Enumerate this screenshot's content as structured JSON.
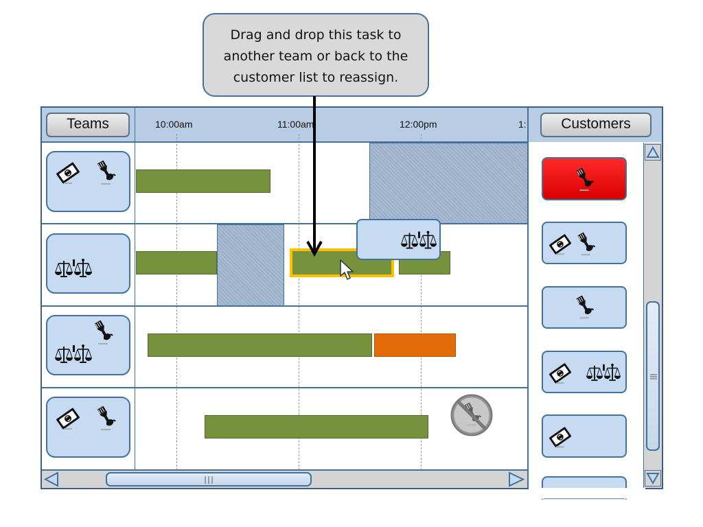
{
  "callout": {
    "lines": [
      "Drag and drop this task to",
      "another team or back to the",
      "customer list to reassign."
    ]
  },
  "header": {
    "teams_label": "Teams",
    "customers_label": "Customers",
    "times": [
      "10:00am",
      "11:00am",
      "12:00pm",
      "1:"
    ]
  },
  "teams": [
    {
      "skills": [
        "money-icon",
        "plunger-icon"
      ]
    },
    {
      "skills": [
        "scales-icon"
      ]
    },
    {
      "skills": [
        "scales-icon",
        "plunger-icon"
      ]
    },
    {
      "skills": [
        "money-icon",
        "plunger-icon"
      ]
    }
  ],
  "customers": [
    {
      "skills": [
        "plunger-icon"
      ],
      "status": "urgent"
    },
    {
      "skills": [
        "money-icon",
        "plunger-icon"
      ],
      "status": "normal"
    },
    {
      "skills": [
        "plunger-icon"
      ],
      "status": "normal"
    },
    {
      "skills": [
        "money-icon",
        "scales-icon"
      ],
      "status": "normal"
    },
    {
      "skills": [
        "money-icon"
      ],
      "status": "normal"
    }
  ],
  "tasks": [
    {
      "team": 1,
      "start": "9:44am",
      "end": "10:44am",
      "color": "#76923c"
    },
    {
      "team": 2,
      "start": "9:44am",
      "end": "10:24am",
      "color": "#76923c",
      "state": "normal"
    },
    {
      "team": 2,
      "start": "10:57am",
      "end": "11:45am",
      "color": "#76923c",
      "state": "selected"
    },
    {
      "team": 2,
      "start": "11:48am",
      "end": "12:14pm",
      "color": "#76923c",
      "state": "normal"
    },
    {
      "team": 3,
      "start": "9:50am",
      "end": "11:40am",
      "color": "#76923c"
    },
    {
      "team": 3,
      "start": "11:41am",
      "end": "12:22pm",
      "color": "#e36c09"
    },
    {
      "team": 4,
      "start": "10:18am",
      "end": "12:08pm",
      "color": "#76923c"
    }
  ],
  "blocked": [
    {
      "team": 1,
      "start": "11:34am",
      "end": "12:53pm"
    },
    {
      "team": 2,
      "start": "10:24am",
      "end": "10:57am"
    }
  ],
  "drag_card": {
    "skills": [
      "scales-icon"
    ]
  },
  "colors": {
    "header": "#b8cce4",
    "frame": "#41719c",
    "card": "#c6daf2",
    "task_green": "#76923c",
    "task_orange": "#e36c09",
    "selection": "#ffc000",
    "urgent": "#ff0000"
  },
  "icons": [
    "money-icon",
    "plunger-icon",
    "scales-icon",
    "no-plunger-icon",
    "cursor-icon"
  ]
}
